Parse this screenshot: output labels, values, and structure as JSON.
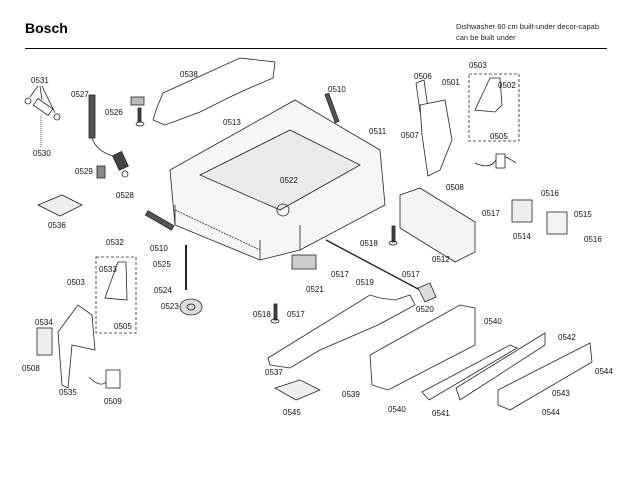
{
  "header": {
    "brand": "Bosch",
    "description_line1": "Dishwasher 60 cm built-under decor-capab",
    "description_line2": "can be built under"
  },
  "diagram": {
    "type": "exploded-parts-view",
    "labels": [
      {
        "id": "0531",
        "text": "0531"
      },
      {
        "id": "0530",
        "text": "0530"
      },
      {
        "id": "0527",
        "text": "0527"
      },
      {
        "id": "0526",
        "text": "0526"
      },
      {
        "id": "0529",
        "text": "0529"
      },
      {
        "id": "0528",
        "text": "0528"
      },
      {
        "id": "0536",
        "text": "0536"
      },
      {
        "id": "0538",
        "text": "0538"
      },
      {
        "id": "0513",
        "text": "0513"
      },
      {
        "id": "0510a",
        "text": "0510"
      },
      {
        "id": "0511",
        "text": "0511"
      },
      {
        "id": "0522",
        "text": "0522"
      },
      {
        "id": "0506",
        "text": "0506"
      },
      {
        "id": "0501",
        "text": "0501"
      },
      {
        "id": "0503a",
        "text": "0503"
      },
      {
        "id": "0502",
        "text": "0502"
      },
      {
        "id": "0505a",
        "text": "0505"
      },
      {
        "id": "0507",
        "text": "0507"
      },
      {
        "id": "0508a",
        "text": "0508"
      },
      {
        "id": "0517a",
        "text": "0517"
      },
      {
        "id": "0516a",
        "text": "0516"
      },
      {
        "id": "0515",
        "text": "0515"
      },
      {
        "id": "0514",
        "text": "0514"
      },
      {
        "id": "0516b",
        "text": "0516"
      },
      {
        "id": "0512",
        "text": "0512"
      },
      {
        "id": "0518a",
        "text": "0518"
      },
      {
        "id": "0517b",
        "text": "0517"
      },
      {
        "id": "0517c",
        "text": "0517"
      },
      {
        "id": "0519",
        "text": "0519"
      },
      {
        "id": "0520",
        "text": "0520"
      },
      {
        "id": "0521",
        "text": "0521"
      },
      {
        "id": "0510b",
        "text": "0510"
      },
      {
        "id": "0532",
        "text": "0532"
      },
      {
        "id": "0525",
        "text": "0525"
      },
      {
        "id": "0533",
        "text": "0533"
      },
      {
        "id": "0503b",
        "text": "0503"
      },
      {
        "id": "0524",
        "text": "0524"
      },
      {
        "id": "0523",
        "text": "0523"
      },
      {
        "id": "0534",
        "text": "0534"
      },
      {
        "id": "0505b",
        "text": "0505"
      },
      {
        "id": "0508b",
        "text": "0508"
      },
      {
        "id": "0535",
        "text": "0535"
      },
      {
        "id": "0509",
        "text": "0509"
      },
      {
        "id": "0518b",
        "text": "0518"
      },
      {
        "id": "0517d",
        "text": "0517"
      },
      {
        "id": "0537",
        "text": "0537"
      },
      {
        "id": "0545",
        "text": "0545"
      },
      {
        "id": "0539",
        "text": "0539"
      },
      {
        "id": "0540a",
        "text": "0540"
      },
      {
        "id": "0540b",
        "text": "0540"
      },
      {
        "id": "0541",
        "text": "0541"
      },
      {
        "id": "0542",
        "text": "0542"
      },
      {
        "id": "0543",
        "text": "0543"
      },
      {
        "id": "0544a",
        "text": "0544"
      },
      {
        "id": "0544b",
        "text": "0544"
      }
    ]
  }
}
